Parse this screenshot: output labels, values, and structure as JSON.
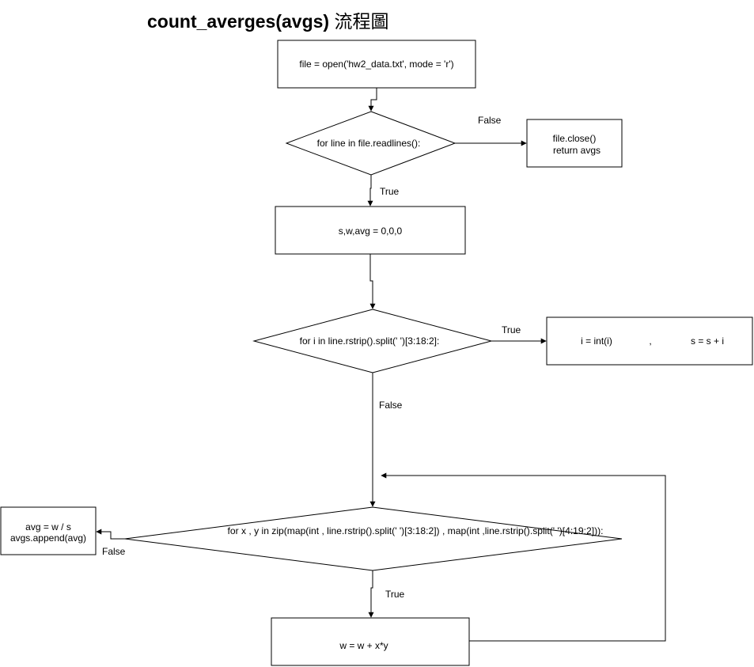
{
  "title": "count_averges(avgs)",
  "title_suffix": "流程圖",
  "nodes": {
    "open_file": {
      "text": "file = open('hw2_data.txt', mode = 'r')"
    },
    "loop_lines": {
      "text": "for line in file.readlines():"
    },
    "close_file": {
      "line1": "file.close()",
      "line2": "return avgs"
    },
    "init_vars": {
      "text": "s,w,avg = 0,0,0"
    },
    "loop_i": {
      "text": "for i in line.rstrip().split(' ')[3:18:2]:"
    },
    "sum_i": {
      "part1": "i = int(i)",
      "part2": ",",
      "part3": "s = s + i"
    },
    "loop_xy": {
      "text": "for x , y in zip(map(int , line.rstrip().split(' ')[3:18:2]) , map(int ,line.rstrip().split(' ')[4:19:2])):"
    },
    "avg_calc": {
      "line1": "avg = w / s",
      "line2": "avgs.append(avg)"
    },
    "accum_w": {
      "text": "w = w + x*y"
    }
  },
  "edge_labels": {
    "lines_false": "False",
    "lines_true": "True",
    "i_true": "True",
    "i_false": "False",
    "xy_false": "False",
    "xy_true": "True"
  },
  "colors": {
    "stroke": "#000000",
    "fill": "#ffffff",
    "text": "#000000"
  }
}
